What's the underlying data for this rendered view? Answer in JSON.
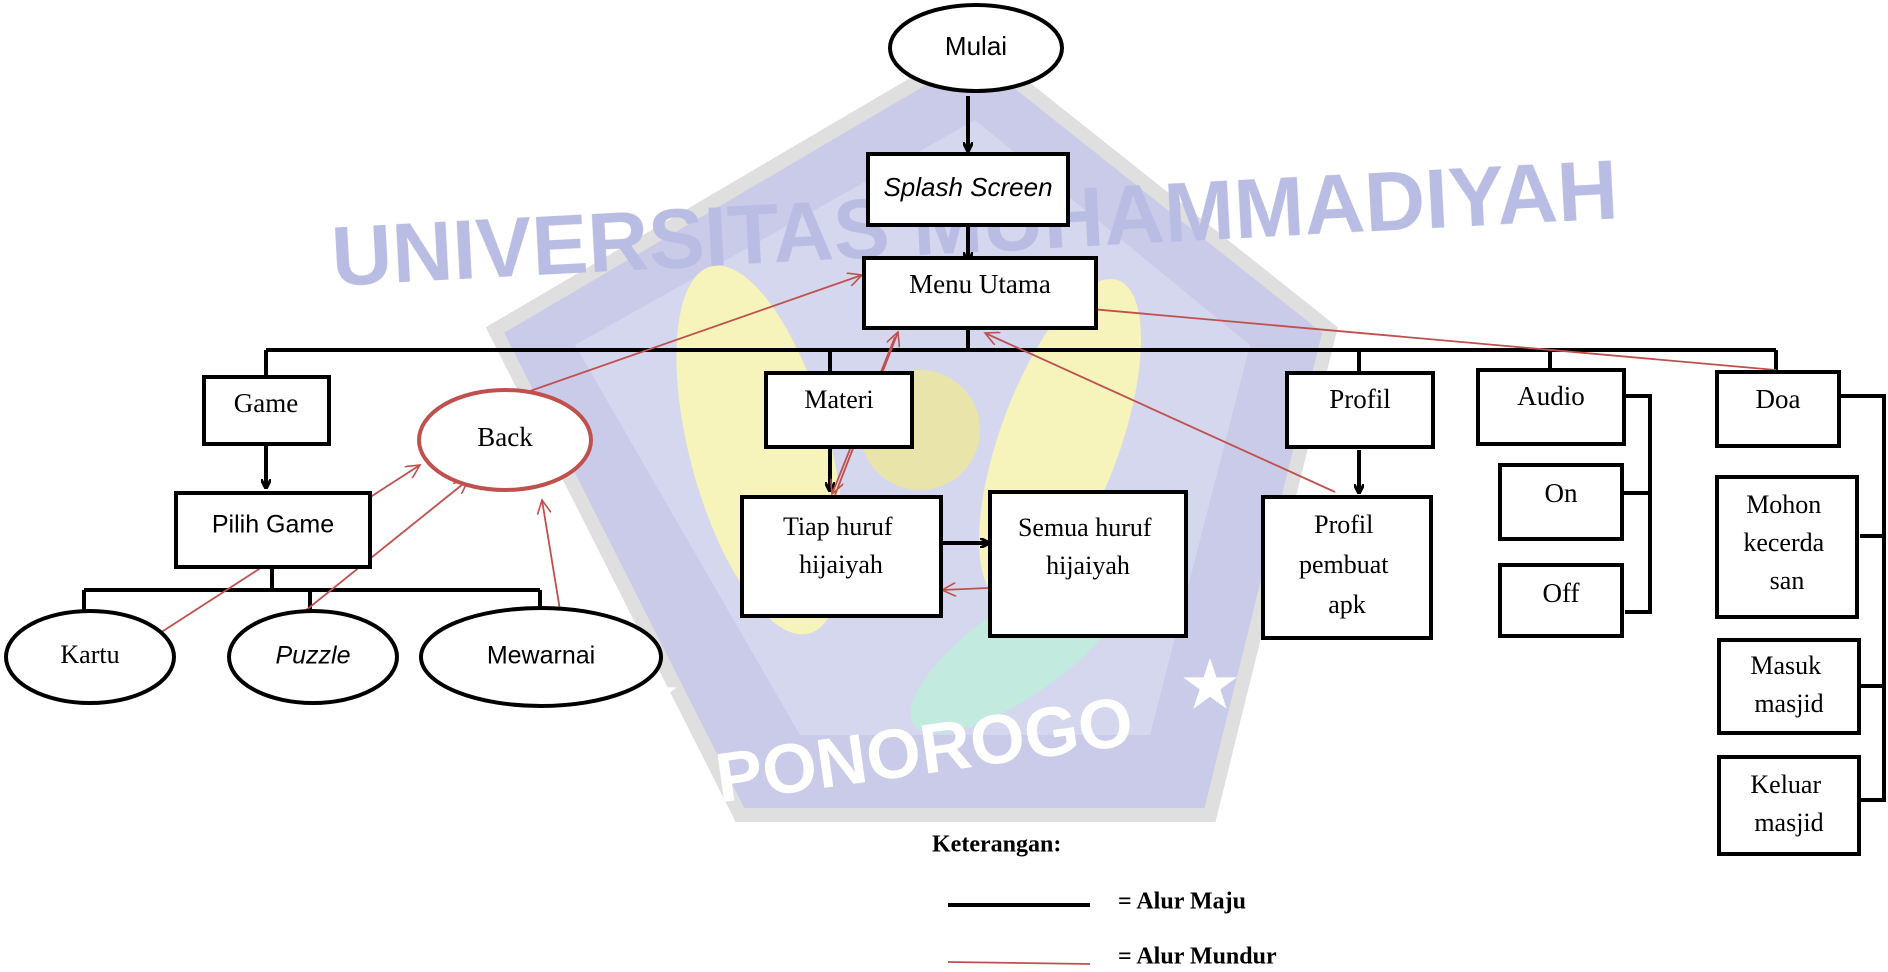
{
  "watermark": {
    "text_top": "UNIVERSITAS MUHAMMADIYAH",
    "text_bottom": "PONOROGO",
    "colors": {
      "pentagon": "#c7c9e8",
      "leaf": "#f6f3b8",
      "sea": "#bfe9dd",
      "edge": "#dedede"
    }
  },
  "colors": {
    "forward": "#000000",
    "back": "#c0504d",
    "box_stroke": "#000000"
  },
  "nodes": {
    "mulai": "Mulai",
    "splash": "Splash Screen",
    "menu_utama": "Menu Utama",
    "game": "Game",
    "back": "Back",
    "pilih_game": "Pilih Game",
    "kartu": "Kartu",
    "puzzle": "Puzzle",
    "mewarnai": "Mewarnai",
    "materi": "Materi",
    "tiap_huruf": [
      "Tiap huruf",
      "hijaiyah"
    ],
    "semua_huruf": [
      "Semua huruf",
      "hijaiyah"
    ],
    "profil": "Profil",
    "profil_pembuat": [
      "Profil",
      "pembuat",
      "apk"
    ],
    "audio": "Audio",
    "on": "On",
    "off": "Off",
    "doa": "Doa",
    "mohon": [
      "Mohon",
      "kecerda",
      "san"
    ],
    "masuk": [
      "Masuk",
      "masjid"
    ],
    "keluar": [
      "Keluar",
      "masjid"
    ]
  },
  "legend": {
    "title": "Keterangan:",
    "forward": "= Alur Maju",
    "back": "= Alur Mundur"
  }
}
